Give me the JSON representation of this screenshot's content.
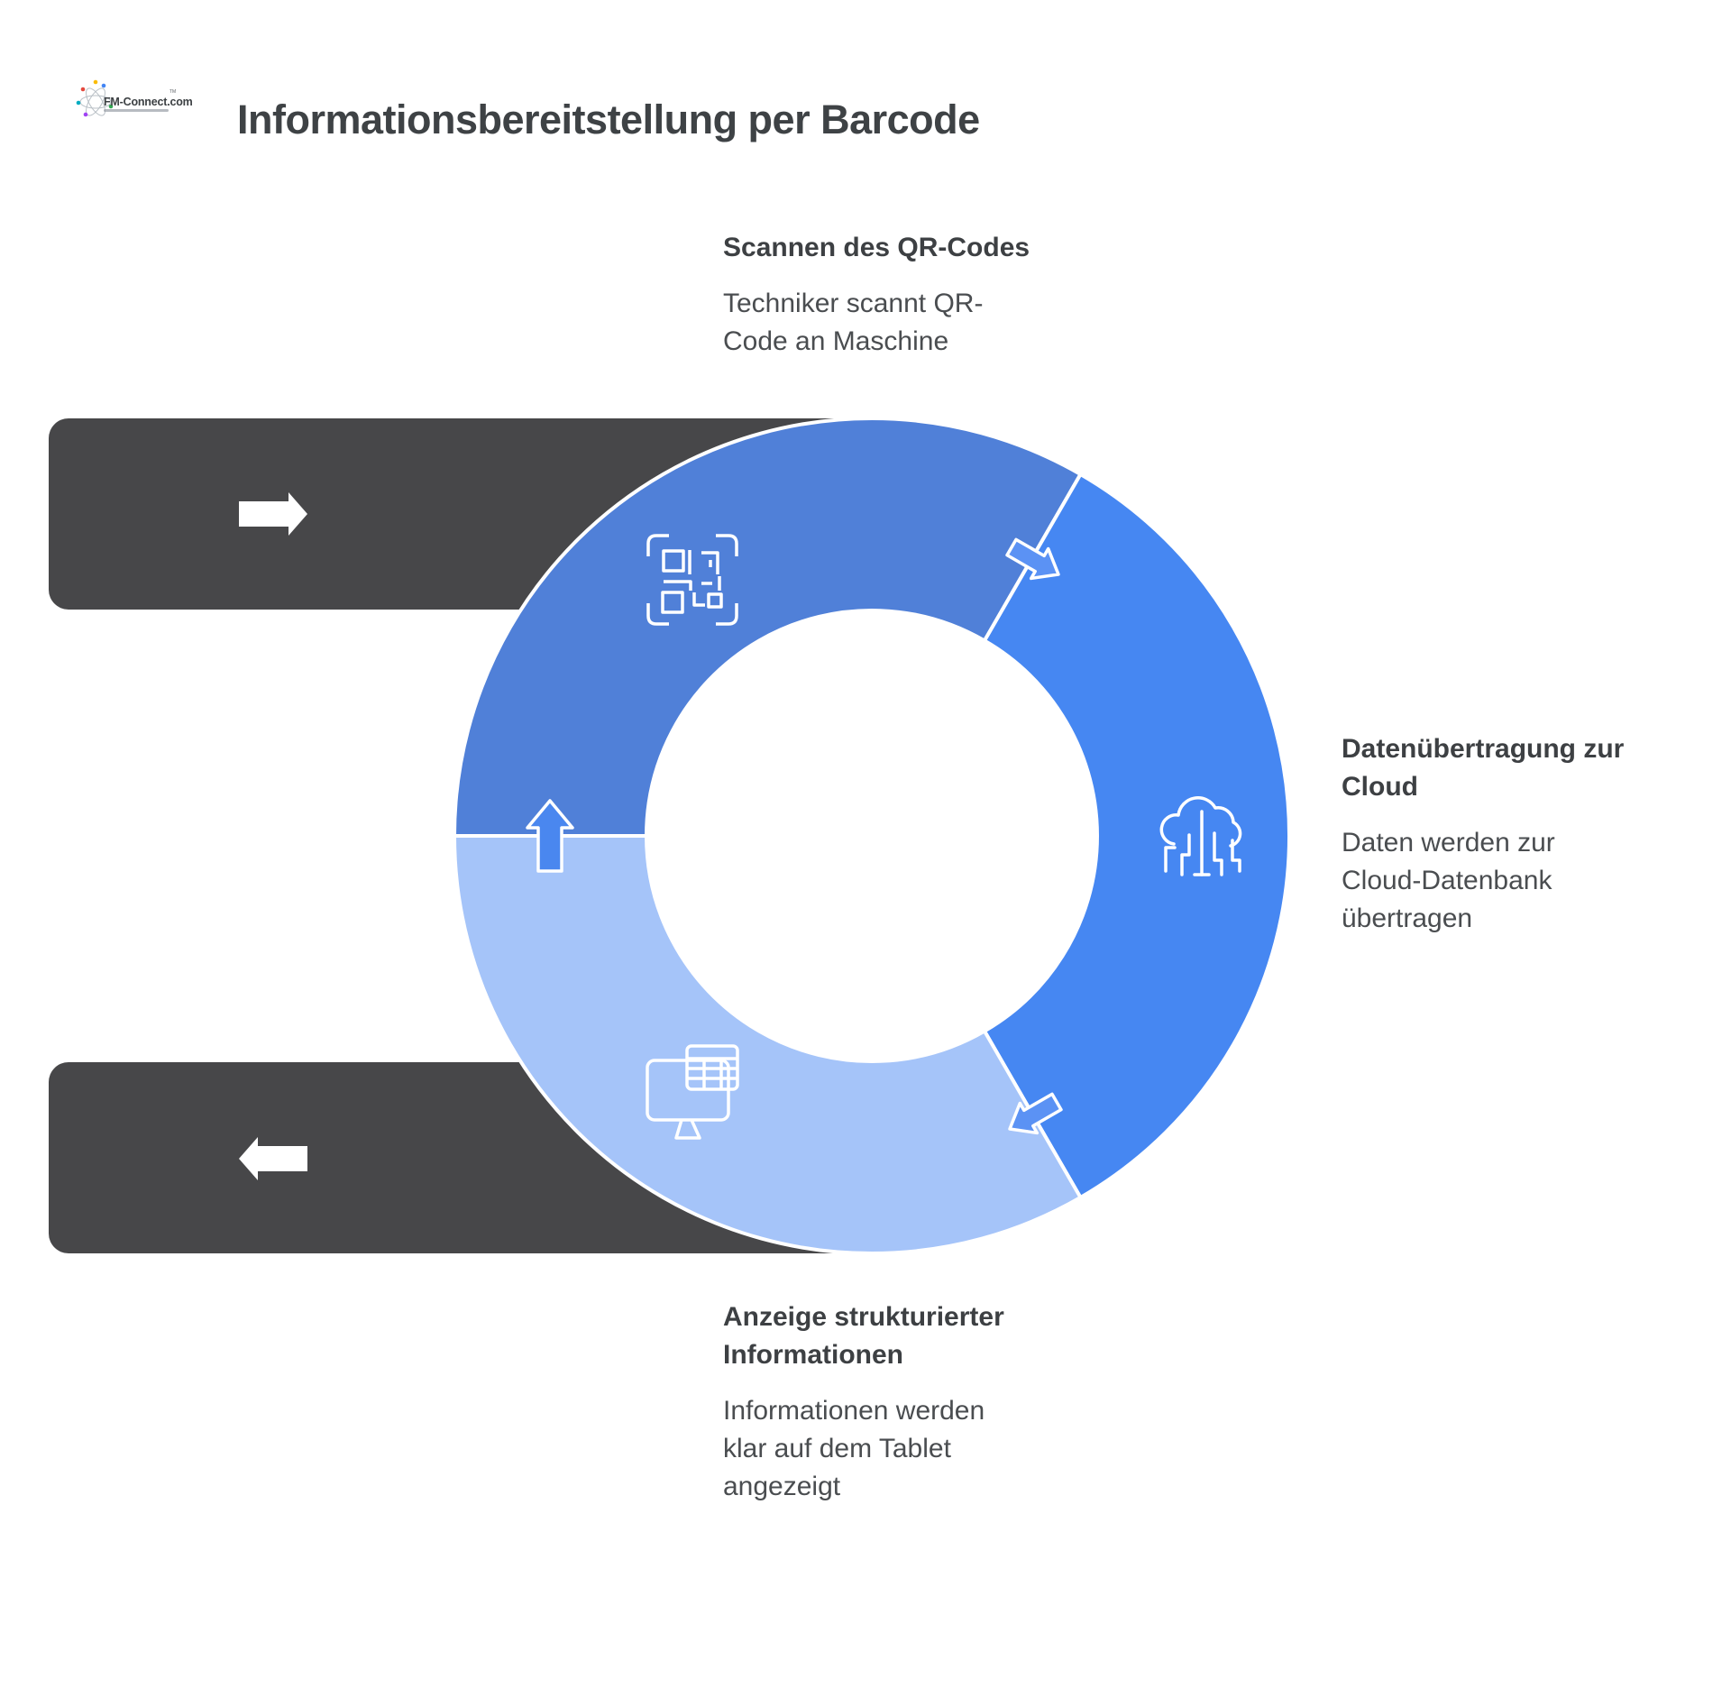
{
  "title": "Informationsbereitstellung per Barcode",
  "logo": {
    "text": "FM-Connect.com",
    "trademark": "TM",
    "starburst_icon": "starburst-icon",
    "dot_colors": [
      "#e4483d",
      "#4285f4",
      "#34a853",
      "#a142f4",
      "#fbbc05",
      "#00acc1"
    ]
  },
  "steps": [
    {
      "heading": "Scannen des QR-Codes",
      "body": "Techniker scannt QR-\nCode an Maschine",
      "icon": "qr-scan-icon",
      "position": "top-left-segment"
    },
    {
      "heading": "Datenübertragung zur\nCloud",
      "body": "Daten werden zur\nCloud-Datenbank\nübertragen",
      "icon": "cloud-data-icon",
      "position": "right-segment"
    },
    {
      "heading": "Anzeige strukturierter\nInformationen",
      "body": "Informationen werden\nklar auf dem Tablet\nangezeigt",
      "icon": "monitor-table-icon",
      "position": "bottom-left-segment"
    }
  ],
  "connector_bars": {
    "top_arrow_icon": "arrow-right-icon",
    "bottom_arrow_icon": "arrow-left-icon"
  },
  "colors": {
    "segment_scan": "#5080d8",
    "segment_cloud": "#4687f2",
    "segment_display": "#a5c4f9",
    "flow_arrow": "#5b92f4",
    "flow_arrow_up": "#4a87ef",
    "bar": "#474749",
    "bar_arrow": "#ffffff",
    "icon_stroke": "#ffffff",
    "title_text": "#3e4245",
    "heading_text": "#3d4043",
    "body_text": "#4a4d50",
    "background": "#ffffff"
  }
}
